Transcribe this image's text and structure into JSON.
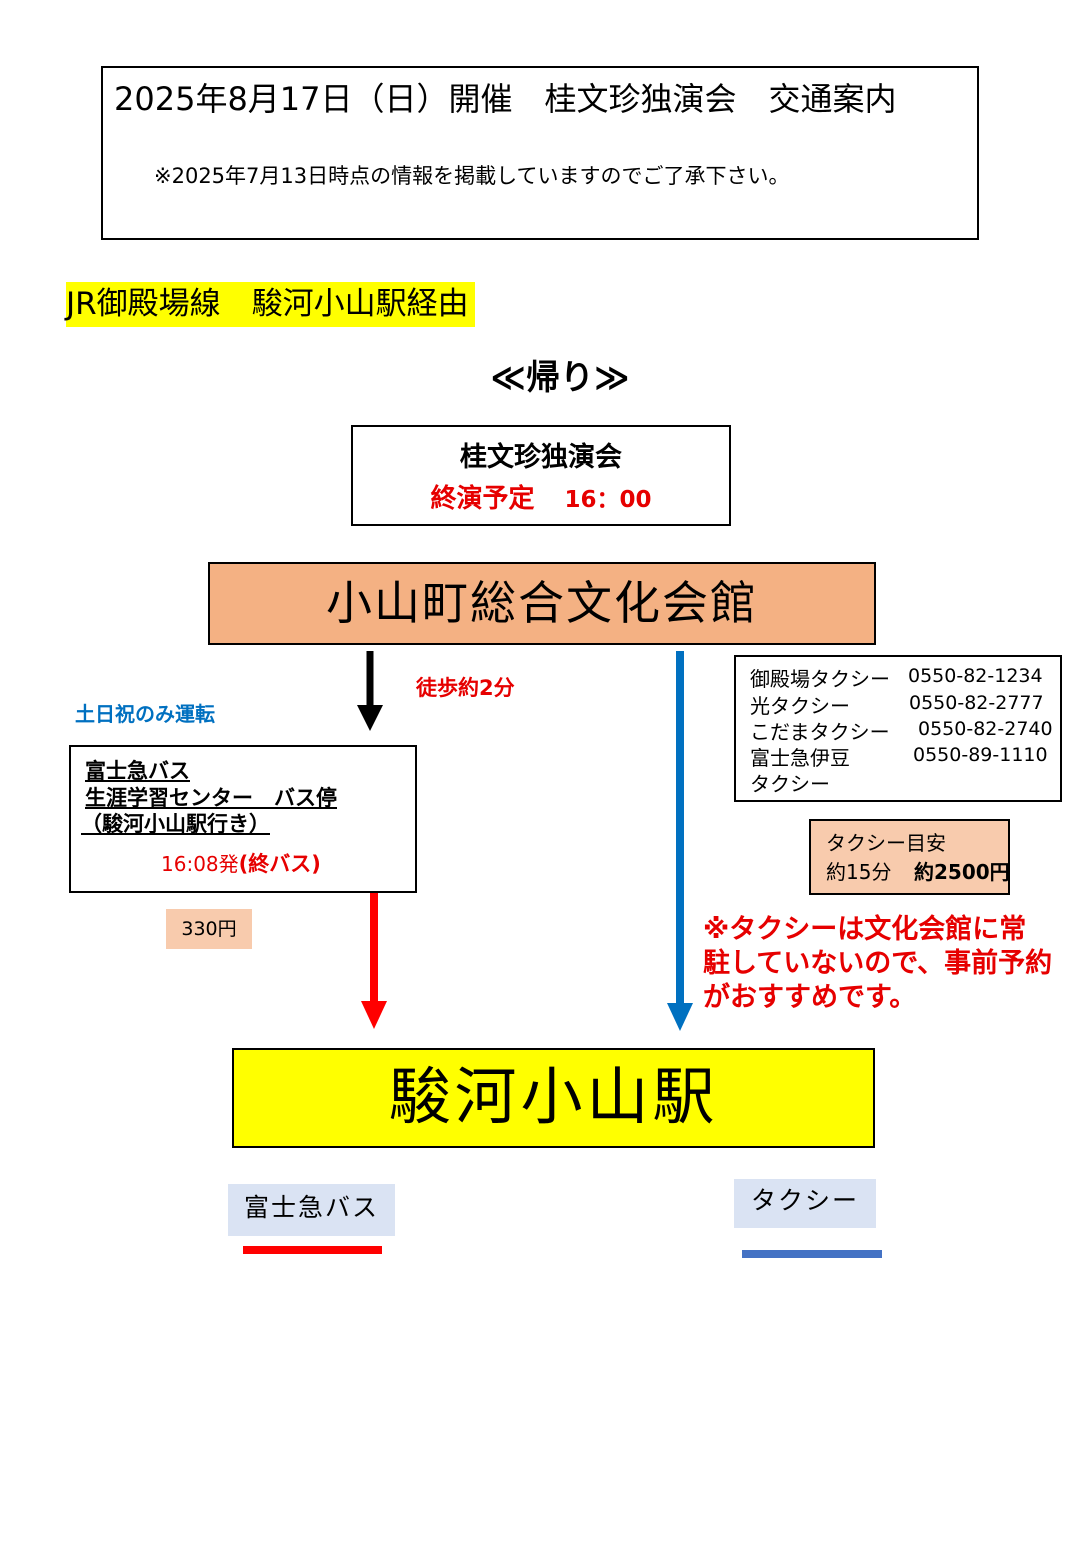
{
  "header": {
    "title": "2025年8月17日（日）開催　桂文珍独演会　交通案内",
    "note": "※2025年7月13日時点の情報を掲載していますのでご了承下さい。"
  },
  "route_label": "JR御殿場線　駿河小山駅経由",
  "return_heading": "≪帰り≫",
  "event": {
    "name": "桂文珍独演会",
    "end_label": "終演予定",
    "end_time": "16：00"
  },
  "venue": "小山町総合文化会館",
  "walk_label": "徒歩約2分",
  "weekend_label": "土日祝のみ運転",
  "bus": {
    "line1": "富士急バス",
    "line2": "生涯学習センター　バス停",
    "line3": "（駿河小山駅行き）",
    "departure": "16:08発",
    "last_bus": "(終バス)",
    "fare": "330円"
  },
  "taxi_companies": [
    {
      "name": "御殿場タクシー",
      "phone": "0550-82-1234"
    },
    {
      "name": "光タクシー",
      "phone": "0550-82-2777"
    },
    {
      "name": "こだまタクシー",
      "phone": "0550-82-2740"
    },
    {
      "name": "富士急伊豆",
      "phone": "0550-89-1110"
    },
    {
      "name": "タクシー",
      "phone": ""
    }
  ],
  "taxi_estimate": {
    "title": "タクシー目安",
    "time": "約15分",
    "fare": "約2500円"
  },
  "taxi_note": "※タクシーは文化会館に常駐していないので、事前予約がおすすめです。",
  "station": "駿河小山駅",
  "legend": {
    "bus": "富士急バス",
    "taxi": "タクシー"
  },
  "colors": {
    "walk_arrow": "#000000",
    "bus_arrow": "#ff0000",
    "taxi_arrow": "#0070c0",
    "venue_fill": "#f4b183",
    "station_fill": "#ffff00",
    "bus_legend_line": "#ff0000",
    "taxi_legend_line": "#4472c4"
  }
}
